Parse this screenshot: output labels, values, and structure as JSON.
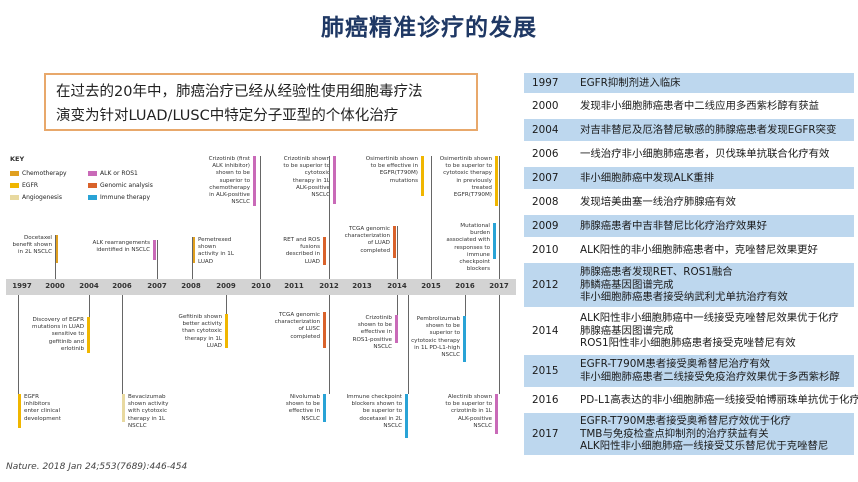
{
  "title": "肺癌精准诊疗的发展",
  "intro": {
    "line1": "在过去的20年中，肺癌治疗已经从经验性使用细胞毒疗法",
    "line2": "演变为针对LUAD/LUSC中特定分子亚型的个体化治疗"
  },
  "citation": "Nature. 2018 Jan 24;553(7689):446-454",
  "figure": {
    "legend_title": "KEY",
    "legend": [
      {
        "label": "Chemotherapy",
        "color": "#e0a020"
      },
      {
        "label": "ALK or ROS1",
        "color": "#c96ab8"
      },
      {
        "label": "EGFR",
        "color": "#f0b600"
      },
      {
        "label": "Genomic analysis",
        "color": "#d9622b"
      },
      {
        "label": "Angiogenesis",
        "color": "#e8d9a0"
      },
      {
        "label": "Immune therapy",
        "color": "#29a3d6"
      }
    ],
    "years": [
      "1997",
      "2000",
      "2004",
      "2006",
      "2007",
      "2008",
      "2009",
      "2010",
      "2011",
      "2012",
      "2013",
      "2014",
      "2015",
      "2016",
      "2017"
    ],
    "events_above": [
      {
        "text": "Docetaxel benefit shown in 2L NSCLC",
        "color": "#e0a020"
      },
      {
        "text": "ALK rearrangements identified in NSCLC",
        "color": "#c96ab8"
      },
      {
        "text": "Pemetrexed shown activity in 1L LUAD",
        "color": "#e0a020"
      },
      {
        "text": "Crizotinib (first ALK inhibitor) shown to be superior to chemotherapy in ALK-positive NSCLC",
        "color": "#c96ab8"
      },
      {
        "text": "RET and ROS fusions described in LUAD",
        "color": "#d9622b"
      },
      {
        "text": "Crizotinib shown to be superior to cytotoxic therapy in 1L ALK-positive NSCLC",
        "color": "#c96ab8"
      },
      {
        "text": "TCGA genomic characterization of LUAD completed",
        "color": "#d9622b"
      },
      {
        "text": "Osimertinib shown to be effective in EGFR(T790M) mutations",
        "color": "#f0b600"
      },
      {
        "text": "Osimertinib shown to be superior to cytotoxic therapy in previously treated EGFR(T790M)",
        "color": "#f0b600"
      },
      {
        "text": "Mutational burden associated with responses to immune checkpoint blockers",
        "color": "#29a3d6"
      }
    ],
    "events_below": [
      {
        "text": "EGFR inhibitors enter clinical development",
        "color": "#f0b600"
      },
      {
        "text": "Discovery of EGFR mutations in LUAD sensitive to gefitinib and erlotinib",
        "color": "#f0b600"
      },
      {
        "text": "Bevacizumab shown activity with cytotoxic therapy in 1L NSCLC",
        "color": "#e8d9a0"
      },
      {
        "text": "Gefitinib shown better activity than cytotoxic therapy in 1L LUAD",
        "color": "#f0b600"
      },
      {
        "text": "Nivolumab shown to be effective in NSCLC",
        "color": "#29a3d6"
      },
      {
        "text": "TCGA genomic characterization of LUSC completed",
        "color": "#d9622b"
      },
      {
        "text": "Crizotinib shown to be effective in ROS1-positive NSCLC",
        "color": "#c96ab8"
      },
      {
        "text": "Immune checkpoint blockers shown to be superior to docetaxel in 2L NSCLC",
        "color": "#29a3d6"
      },
      {
        "text": "Pembrolizumab shown to be superior to cytotoxic therapy in 1L PD-L1-high NSCLC",
        "color": "#29a3d6"
      },
      {
        "text": "Alectinib shown to be superior to crizotinib in 1L ALK-positive NSCLC",
        "color": "#c96ab8"
      }
    ]
  },
  "table": [
    {
      "year": "1997",
      "lines": [
        "EGFR抑制剂进入临床"
      ]
    },
    {
      "year": "2000",
      "lines": [
        "发现非小细胞肺癌患者中二线应用多西紫杉醇有获益"
      ]
    },
    {
      "year": "2004",
      "lines": [
        "对吉非替尼及厄洛替尼敏感的肺腺癌患者发现EGFR突变"
      ]
    },
    {
      "year": "2006",
      "lines": [
        "一线治疗非小细胞肺癌患者，贝伐珠单抗联合化疗有效"
      ]
    },
    {
      "year": "2007",
      "lines": [
        "非小细胞肺癌中发现ALK重排"
      ]
    },
    {
      "year": "2008",
      "lines": [
        "发现培美曲塞一线治疗肺腺癌有效"
      ]
    },
    {
      "year": "2009",
      "lines": [
        "肺腺癌患者中吉非替尼比化疗治疗效果好"
      ]
    },
    {
      "year": "2010",
      "lines": [
        "ALK阳性的非小细胞肺癌患者中，克唑替尼效果更好"
      ]
    },
    {
      "year": "2012",
      "lines": [
        "肺腺癌患者发现RET、ROS1融合",
        "肺鳞癌基因图谱完成",
        "非小细胞肺癌患者接受纳武利尤单抗治疗有效"
      ]
    },
    {
      "year": "2014",
      "lines": [
        "ALK阳性非小细胞肺癌中一线接受克唑替尼效果优于化疗",
        "肺腺癌基因图谱完成",
        "ROS1阳性非小细胞肺癌患者接受克唑替尼有效"
      ]
    },
    {
      "year": "2015",
      "lines": [
        "EGFR-T790M患者接受奥希替尼治疗有效",
        "非小细胞肺癌患者二线接受免疫治疗效果优于多西紫杉醇"
      ]
    },
    {
      "year": "2016",
      "lines": [
        "PD-L1高表达的非小细胞肺癌一线接受帕博丽珠单抗优于化疗"
      ]
    },
    {
      "year": "2017",
      "lines": [
        "EGFR-T790M患者接受奥希替尼疗效优于化疗",
        "TMB与免疫检查点抑制剂的治疗获益有关",
        "ALK阳性非小细胞肺癌一线接受艾乐替尼优于克唑替尼"
      ]
    }
  ]
}
